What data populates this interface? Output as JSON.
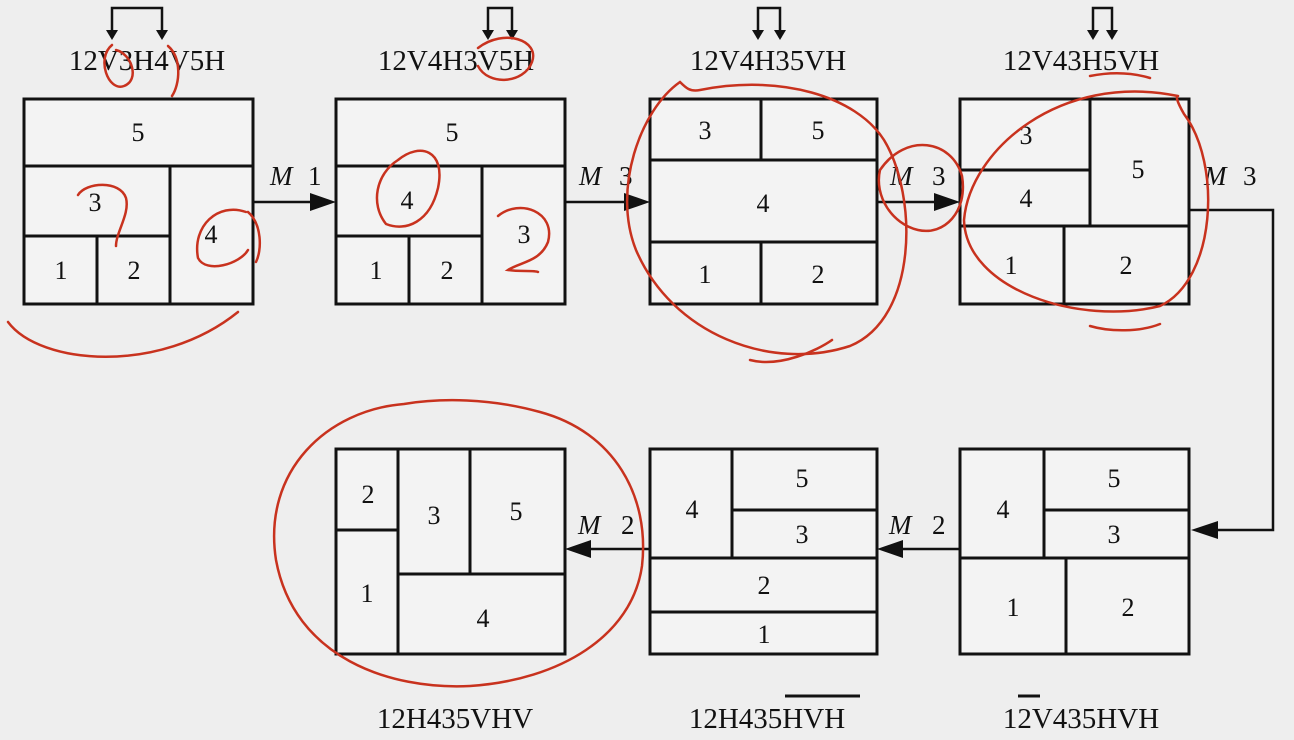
{
  "expressions": {
    "e1": "12V3H4V5H",
    "e2": "12V4H3V5H",
    "e3": "12V4H35VH",
    "e4": "12V43H5VH",
    "e5": "12V435HVH",
    "e6": "12H435HVH",
    "e7": "12H435VHV"
  },
  "moves": {
    "m1": {
      "name": "M",
      "num": "1"
    },
    "m2": {
      "name": "M",
      "num": "3"
    },
    "m3": {
      "name": "M",
      "num": "3"
    },
    "m4": {
      "name": "M",
      "num": "3"
    },
    "m5": {
      "name": "M",
      "num": "2"
    },
    "m6": {
      "name": "M",
      "num": "2"
    }
  },
  "floorplans": {
    "f1": {
      "a": "5",
      "b": "3",
      "c": "4",
      "d": "1",
      "e": "2"
    },
    "f2": {
      "a": "5",
      "b": "4",
      "c": "3",
      "d": "1",
      "e": "2"
    },
    "f3": {
      "a": "3",
      "b": "5",
      "c": "4",
      "d": "1",
      "e": "2"
    },
    "f4": {
      "a": "3",
      "b": "4",
      "c": "5",
      "d": "1",
      "e": "2"
    },
    "f5": {
      "a": "4",
      "b": "5",
      "c": "3",
      "d": "1",
      "e": "2"
    },
    "f6": {
      "a": "4",
      "b": "5",
      "c": "3",
      "d": "2",
      "e": "1"
    },
    "f7": {
      "a": "2",
      "b": "3",
      "c": "5",
      "d": "1",
      "e": "4"
    }
  },
  "colors": {
    "line": "#111111",
    "annotation": "#c8321e",
    "background": "#eeeeee",
    "room": "#f3f3f3"
  }
}
